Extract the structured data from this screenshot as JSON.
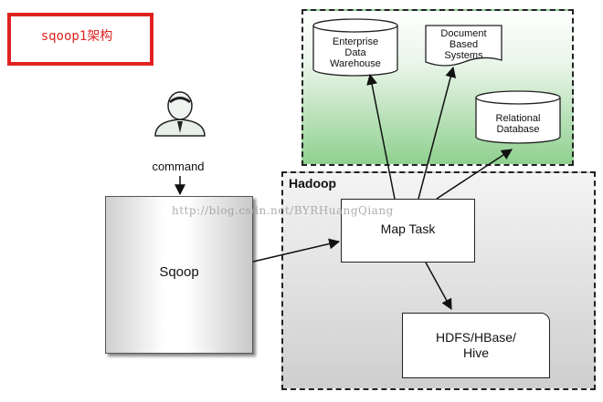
{
  "title": "sqoop1架构",
  "person": {
    "label": "command"
  },
  "sqoop": {
    "label": "Sqoop"
  },
  "hadoop": {
    "label": "Hadoop",
    "map_task": "Map Task",
    "storage": {
      "line1": "HDFS/HBase/",
      "line2": "Hive"
    }
  },
  "sources": {
    "enterprise": {
      "line1": "Enterprise",
      "line2": "Data",
      "line3": "Warehouse"
    },
    "document": {
      "line1": "Document",
      "line2": "Based",
      "line3": "Systems"
    },
    "relational": {
      "line1": "Relational",
      "line2": "Database"
    }
  },
  "watermark": "http://blog.csdn.net/BYRHuangQiang"
}
